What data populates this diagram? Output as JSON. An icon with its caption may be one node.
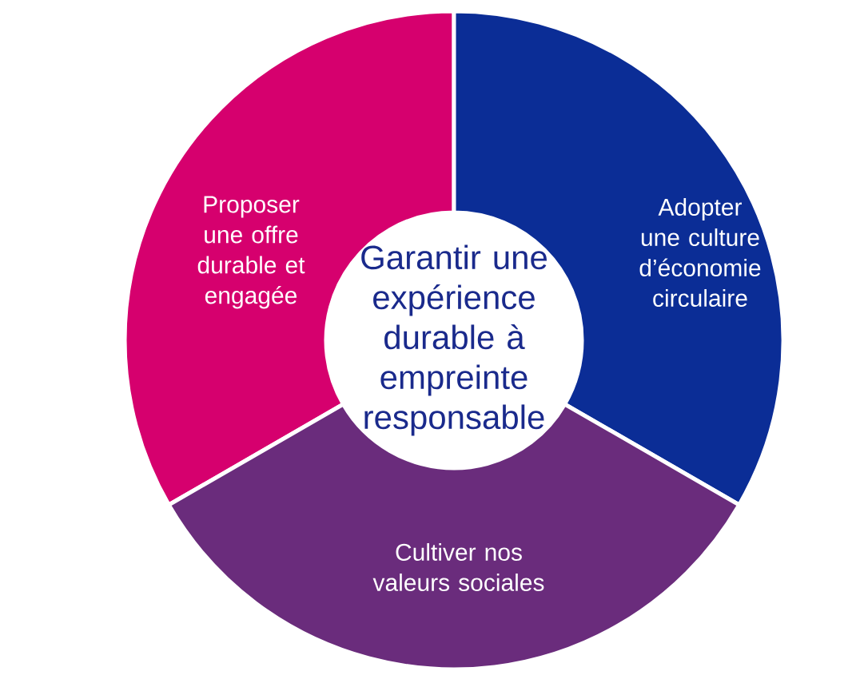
{
  "diagram": {
    "nodes": [
      {
        "text": [
          "Proposer une offre durable et engagée"
        ]
      },
      {
        "text": [
          "Adopter une culture d’économie circulaire"
        ]
      },
      {
        "text": [
          "Garantir une expérience durable à empreinte responsable"
        ]
      },
      {
        "text": [
          "Cultiver nos valeurs sociales"
        ]
      }
    ]
  }
}
